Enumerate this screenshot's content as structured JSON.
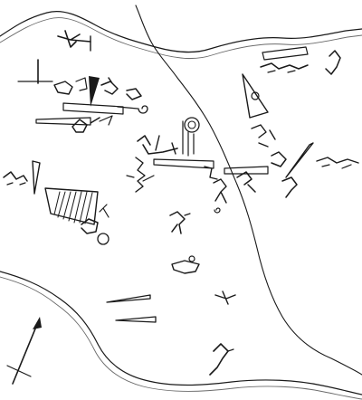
{
  "map": {
    "style": "hand-drawn ink sketch map of petroglyph / geoglyph figures on a terrain plan",
    "ink_color": "#1a1a1a",
    "background_color": "#ffffff",
    "has_text_labels": false,
    "features": [
      "river-top",
      "river-bottom",
      "mesa-ridge-outline",
      "north-arrow-icon",
      "triangle-glyph",
      "trapezoid-glyph",
      "hatched-trapezoid-glyph",
      "animal-figure-icon",
      "spiral-glyph-icon",
      "bird-figure-icon",
      "human-figure-icon"
    ]
  }
}
